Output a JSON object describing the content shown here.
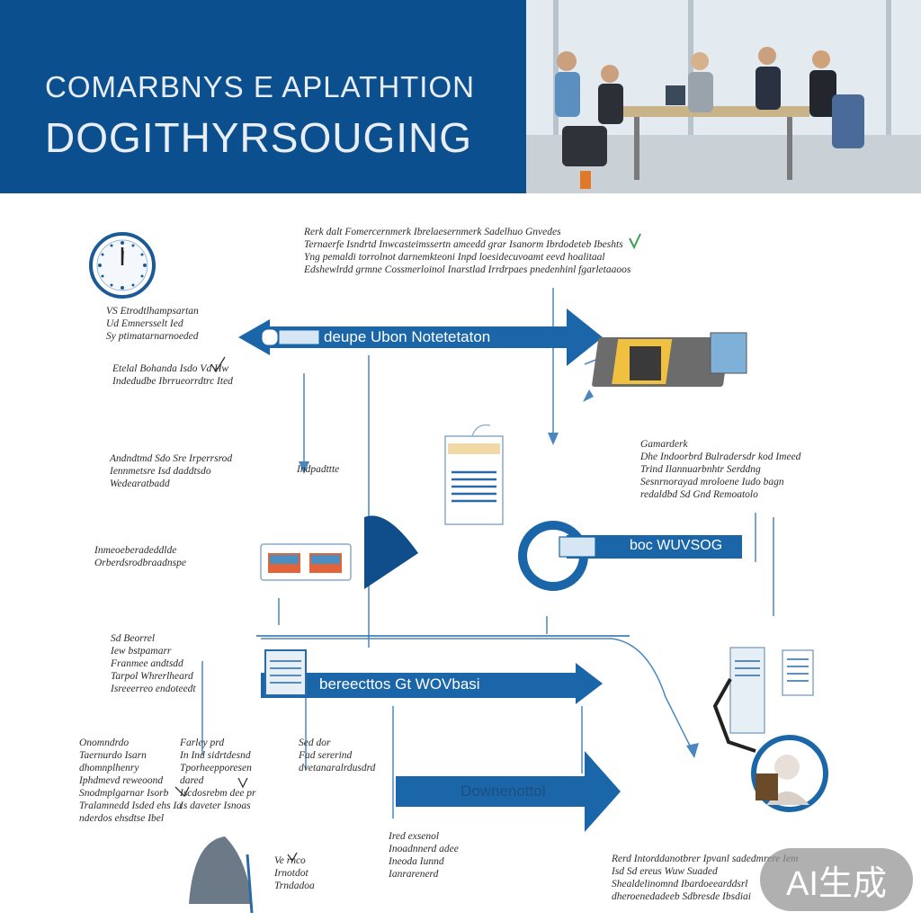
{
  "header": {
    "title_line1": "COMARBNYS E APLATHTION",
    "title_line2": "DOGITHYRSOUGING"
  },
  "arrows": {
    "top": "deupe   Ubon Notetetaton",
    "middle_right": "boc WUVSOG",
    "lower": "bereecttos   Gt WOVbasi",
    "bottom": "Downenottol"
  },
  "notes": {
    "top_center": [
      "Rerk dalt Fomercernmerk Ibrelaesernmerk Sadelhuo Gnvedes",
      "Ternaerfe Isndrtd Inwcasteimssertn ameedd grar Isanorm Ibrdodeteb Ibeshts",
      "Yng pemaldi torrolnot darnemkteoni Inpd loesidecuvoamt eevd hoalitaal",
      "Edshewlrdd grmne Cossmerloinol Inarstlad Irrdrpaes pnedenhinl fgarletaaoos"
    ],
    "left_1": [
      "VS Etrodtlhampsartan",
      "Ud Emnersselt Ied",
      "Sy ptimatarnarnoeded"
    ],
    "left_2": [
      "Etelal Bohanda Isdo Vd Hw",
      "Indedudbe Ibrrueorrdtrc Ited"
    ],
    "left_3": [
      "Andndtmd Sdo Sre Irperrsrod",
      "Iennmetsre Isd daddtsdo",
      "Wedearatbadd"
    ],
    "left_4": [
      "Inmeoeberadeddlde",
      "Orberdsrodbraadnspe"
    ],
    "center_small": [
      "Indpadttte"
    ],
    "right_1": [
      "Gamarderk",
      "Dhe Indoorbrd Bulradersdr kod Imeed",
      "Trind Ilannuarbnhtr Serddng",
      "Sesnrnorayad mroloene Iudo bagn",
      "redaldbd Sd Gnd Remoatolo"
    ],
    "left_5": [
      "Sd Beorrel",
      "Iew bstpamarr",
      "Franmee andtsdd",
      "Tarpol Whrerlheard",
      "Isreeerreo endoteedt"
    ],
    "bottom_left_1": [
      "Onomndrdo",
      "Taernurdo Isarn",
      "dhomnplhenry",
      "Iphdmevd reweoond",
      "Snodmplgarnar Isorb",
      "Tralamnedd Isded ehs Ia",
      "nderdos ehsdtse Ibel"
    ],
    "bottom_left_2": [
      "Farley prd",
      "In Ind sidrtdesnd",
      "Tporheepporesen",
      "dared",
      "Iscdosrebm dee pr",
      "Is daveter Isnoas"
    ],
    "bottom_left_3": [
      "Sed dor",
      "Fad sererind",
      "dvetanaralrdusdrd"
    ],
    "bottom_center": [
      "Ired exsenol",
      "Inoadnnerd adee",
      "Ineoda Iunnd",
      "Ianrarenerd"
    ],
    "bottom_small": [
      "Ve rnco",
      "Irnotdot",
      "Trndadoa"
    ],
    "bottom_right": [
      "Rerd Intorddanotbrer Ipvanl sadedmrere Iem",
      "Isd Sd ereus Wuw Suaded",
      "Shealdelinomnd Ibardoeearddsrl",
      "dheroenedadeeb Sdbresde Ibsdiai"
    ]
  },
  "badge": "AI生成",
  "colors": {
    "header_band": "#0b4f8f",
    "arrow_blue": "#1a66a8",
    "arrow_dark": "#0f4e8a",
    "line": "#4a87c0"
  }
}
